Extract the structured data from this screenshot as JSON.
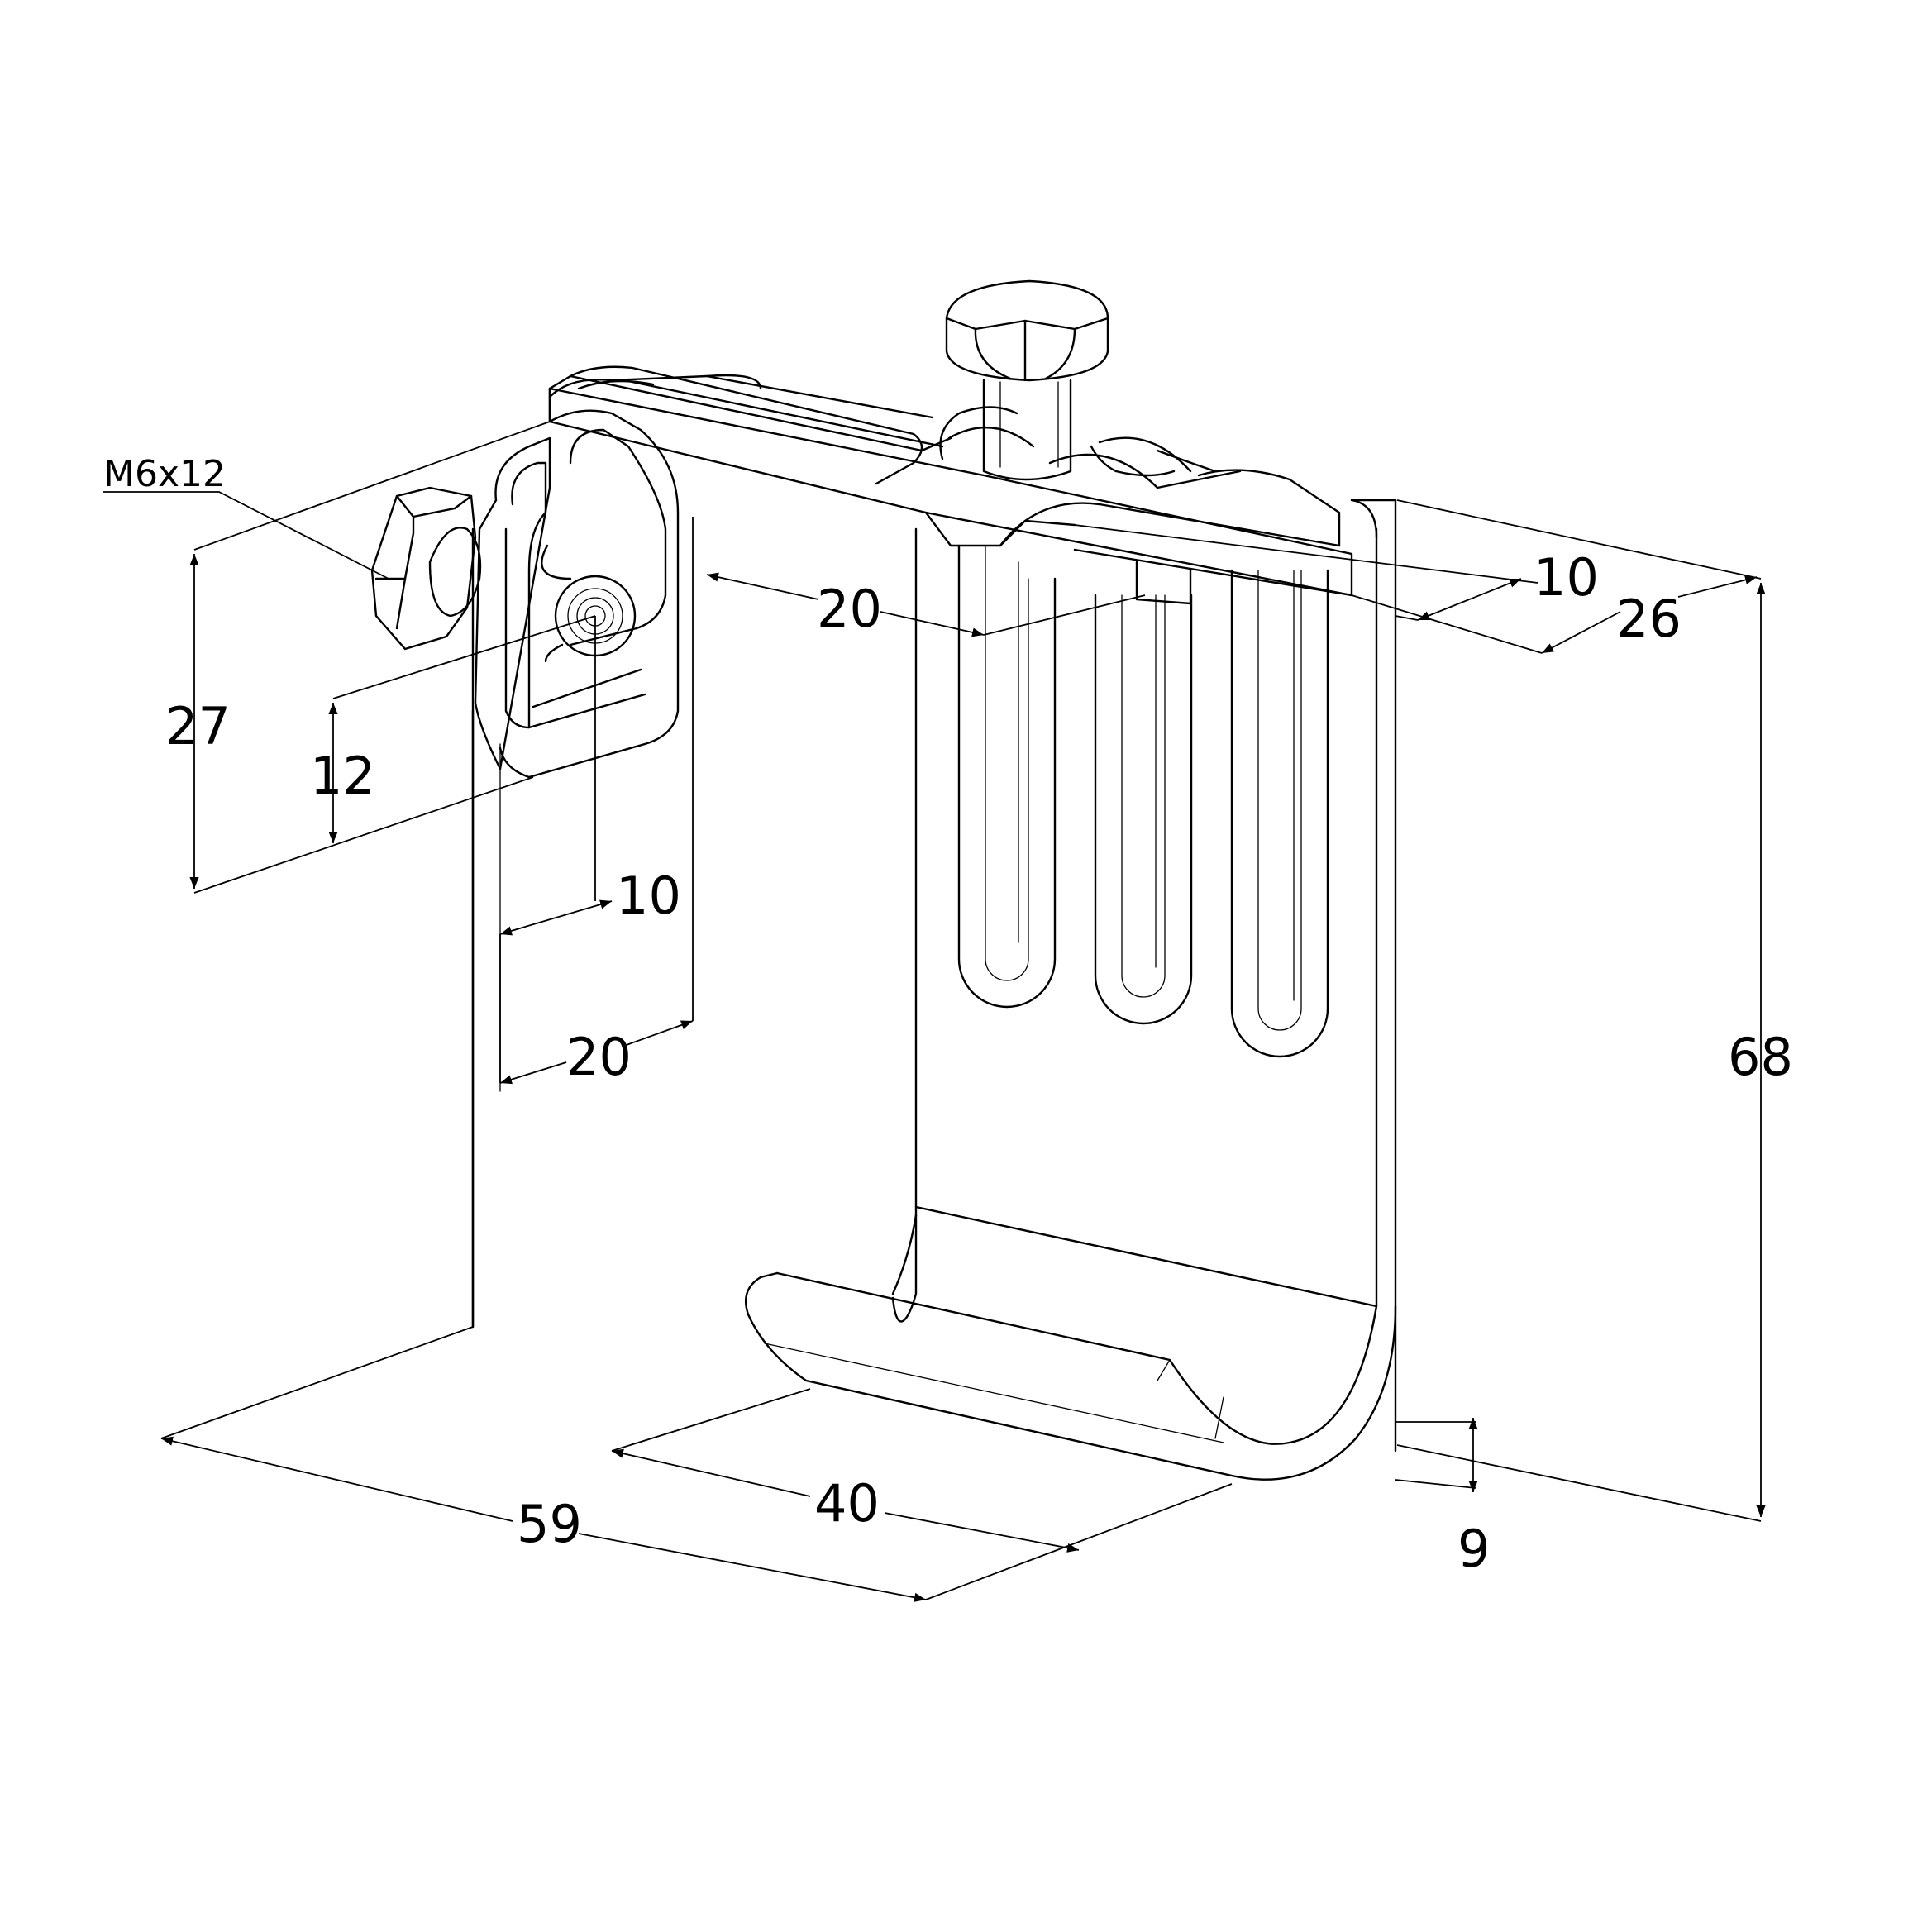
{
  "fastener_callout": "M6x12",
  "dimensions": {
    "total_height": "68",
    "total_width": "59",
    "inner_width": "40",
    "lip_height": "9",
    "top_depth": "26",
    "top_flange": "10",
    "top_offset": "20",
    "side_height": "27",
    "hole_height": "12",
    "hole_offset": "10",
    "side_width": "20"
  }
}
